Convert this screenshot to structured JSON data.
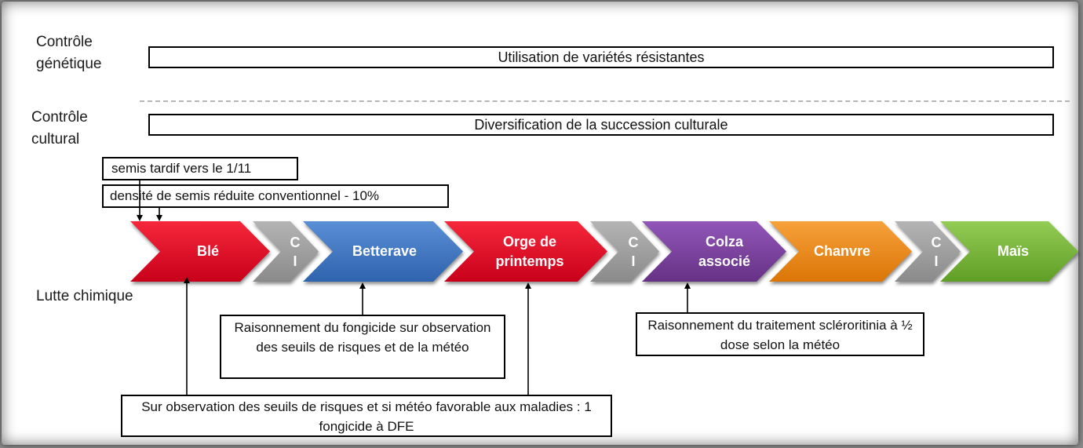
{
  "labels": {
    "genetic": "Contrôle génétique",
    "cultural": "Contrôle cultural",
    "chemical": "Lutte chimique"
  },
  "bars": {
    "genetic": "Utilisation de variétés résistantes",
    "cultural": "Diversification de la succession culturale"
  },
  "boxes": {
    "sowing_date": "semis tardif vers le 1/11",
    "sowing_density": "densité de semis réduite conventionnel - 10%",
    "fungicide_reasoning": "Raisonnement du fongicide sur observation des seuils de risques et de la météo",
    "sclerotinia": "Raisonnement du traitement scléroritinia à ½ dose selon la météo",
    "observation": "Sur observation des seuils de risques et si météo favorable aux maladies : 1 fongicide à DFE"
  },
  "rotation": [
    {
      "label": "Blé",
      "color": "#e0001b",
      "kind": "crop"
    },
    {
      "label": "C I",
      "color": "#9a9a9a",
      "kind": "ci"
    },
    {
      "label": "Betterave",
      "color": "#3b74c2",
      "kind": "crop"
    },
    {
      "label": "Orge de printemps",
      "color": "#e0001b",
      "kind": "crop"
    },
    {
      "label": "C I",
      "color": "#9a9a9a",
      "kind": "ci"
    },
    {
      "label": "Colza associé",
      "color": "#7a3d9e",
      "kind": "crop"
    },
    {
      "label": "Chanvre",
      "color": "#ee8a12",
      "kind": "crop"
    },
    {
      "label": "C I",
      "color": "#9a9a9a",
      "kind": "ci"
    },
    {
      "label": "Maïs",
      "color": "#7dba3a",
      "kind": "crop"
    }
  ]
}
